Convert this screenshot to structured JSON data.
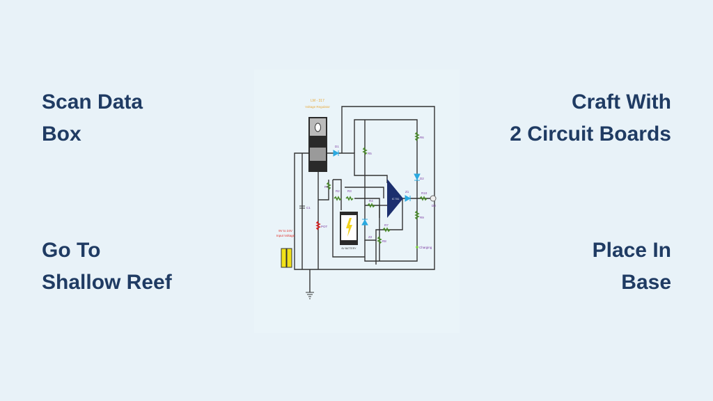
{
  "steps": [
    {
      "line1": "Scan Data",
      "line2": "Box"
    },
    {
      "line1": "Craft With",
      "line2": "2 Circuit Boards"
    },
    {
      "line1": "Go To",
      "line2": "Shallow Reef"
    },
    {
      "line1": "Place In",
      "line2": "Base"
    }
  ],
  "diagram": {
    "regulator_name": "LM - 317",
    "regulator_sub": "Voltage Regulator",
    "input_line1": "9V to 24V",
    "input_line2": "Input Voltage",
    "battery": "6V BATTERY",
    "ic": "IC 741",
    "charging": "Charging",
    "labels": {
      "d1": "D1",
      "d2": "D2",
      "d3": "D3",
      "r1": "R1",
      "r2": "R2",
      "r3": "R3",
      "r4": "R4",
      "r5": "R5",
      "r6": "R6",
      "r7": "R7",
      "r8": "R8",
      "r9": "R9",
      "r10": "R10",
      "z1": "Z1",
      "z2": "Z2",
      "c1": "C1",
      "pot": "POT"
    },
    "colors": {
      "regulator_label": "#e8a93a",
      "input_label": "#e0302a",
      "diode": "#2aa9e0",
      "resistor": "#4a8a2a",
      "pot": "#d62020",
      "opamp": "#1c2f6e"
    }
  }
}
